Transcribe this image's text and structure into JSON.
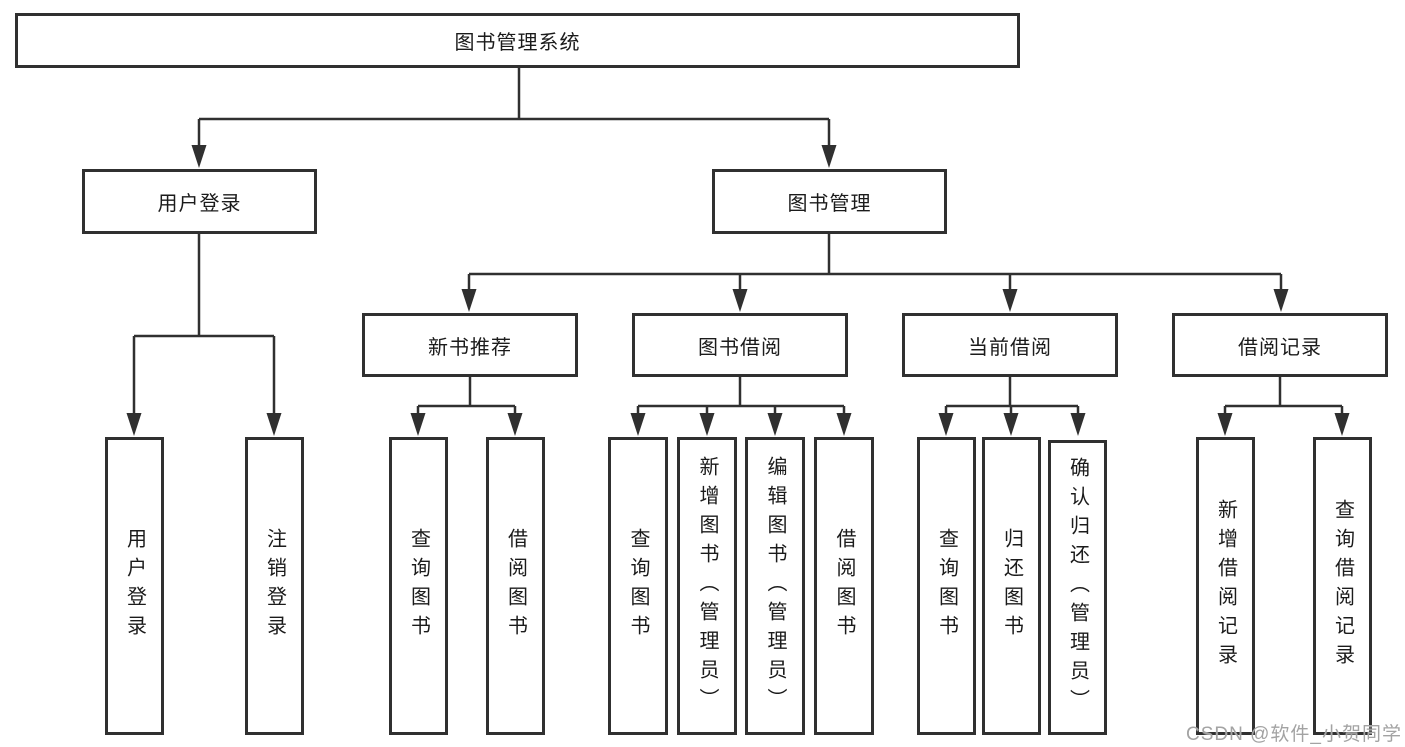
{
  "title_box": "图书管理系统",
  "level1": [
    "用户登录",
    "图书管理"
  ],
  "level2": [
    "新书推荐",
    "图书借阅",
    "当前借阅",
    "借阅记录"
  ],
  "leaf_groups": [
    {
      "parent": "用户登录",
      "items": [
        "用户登录",
        "注销登录"
      ]
    },
    {
      "parent": "新书推荐",
      "items": [
        "查询图书",
        "借阅图书"
      ]
    },
    {
      "parent": "图书借阅",
      "items": [
        "查询图书",
        "新增图书（管理员）",
        "编辑图书（管理员）",
        "借阅图书"
      ]
    },
    {
      "parent": "当前借阅",
      "items": [
        "查询图书",
        "归还图书",
        "确认归还（管理员）"
      ]
    },
    {
      "parent": "借阅记录",
      "items": [
        "新增借阅记录",
        "查询借阅记录"
      ]
    }
  ],
  "watermark": "CSDN @软件_小贺同学",
  "colors": {
    "line": "#303030",
    "text": "#1b1b1b",
    "bg": "#ffffff",
    "watermark": "#a3a3a3"
  }
}
